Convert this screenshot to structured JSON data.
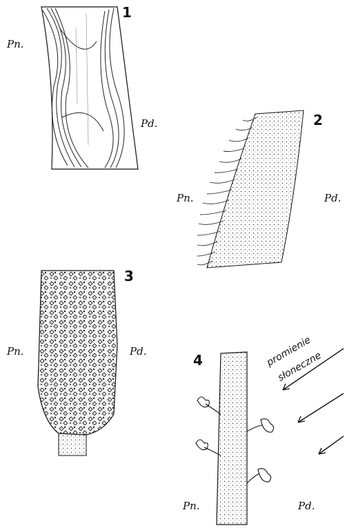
{
  "panels": [
    {
      "number": "1",
      "left_label": "Pn.",
      "right_label": "Pd."
    },
    {
      "number": "2",
      "left_label": "Pn.",
      "right_label": "Pd."
    },
    {
      "number": "3",
      "left_label": "Pn.",
      "right_label": "Pd."
    },
    {
      "number": "4",
      "left_label": "Pn.",
      "right_label": "Pd."
    }
  ],
  "sun_rays_label": [
    "promienie",
    "słoneczne"
  ]
}
